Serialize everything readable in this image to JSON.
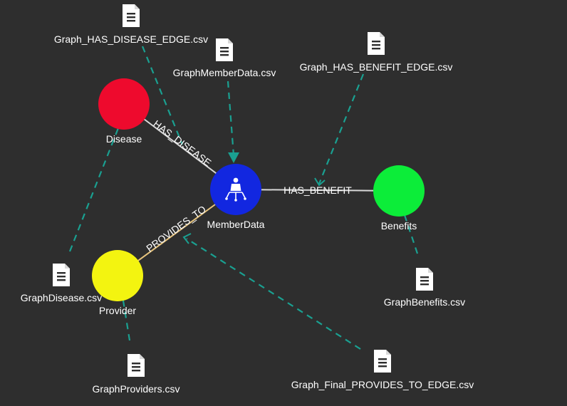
{
  "colors": {
    "background": "#2e2e2e",
    "mapping_link": "#1aa091",
    "edge_default": "#d8d8d8",
    "edge_provides": "#e7c47e",
    "disease": "#ee0a2d",
    "member": "#1227e0",
    "benefits": "#0ced39",
    "provider": "#f3f410"
  },
  "nodes": {
    "disease": {
      "label": "Disease"
    },
    "member": {
      "label": "MemberData",
      "icon": "user-hierarchy-icon"
    },
    "benefits": {
      "label": "Benefits"
    },
    "provider": {
      "label": "Provider"
    }
  },
  "edges": {
    "has_disease": "HAS_DISEASE",
    "has_benefit": "HAS_BENEFIT",
    "provides_to": "PROVIDES_TO"
  },
  "files": {
    "has_disease_edge": {
      "label": "Graph_HAS_DISEASE_EDGE.csv",
      "icon": "file-icon"
    },
    "member_data": {
      "label": "GraphMemberData.csv",
      "icon": "file-icon"
    },
    "has_benefit_edge": {
      "label": "Graph_HAS_BENEFIT_EDGE.csv",
      "icon": "file-icon"
    },
    "disease": {
      "label": "GraphDisease.csv",
      "icon": "file-icon"
    },
    "benefits": {
      "label": "GraphBenefits.csv",
      "icon": "file-icon"
    },
    "providers": {
      "label": "GraphProviders.csv",
      "icon": "file-icon"
    },
    "provides_to_edge": {
      "label": "Graph_Final_PROVIDES_TO_EDGE.csv",
      "icon": "file-icon"
    }
  }
}
